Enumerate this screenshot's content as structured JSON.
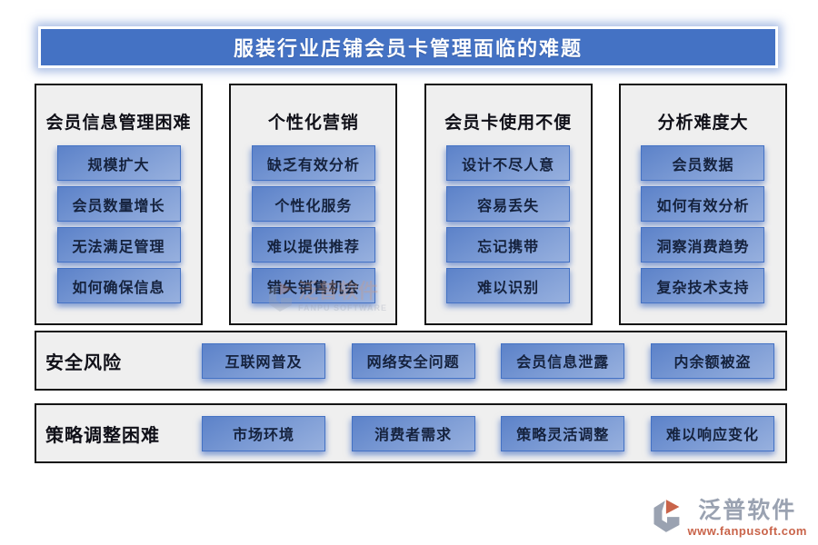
{
  "title": "服装行业店铺会员卡管理面临的难题",
  "colors": {
    "banner_blue": "#4472C4",
    "button_gradient_start": "#5c82c9",
    "button_gradient_end": "#97b0de",
    "panel_gray": "#efefef",
    "brand_gray": "#9aa2b1",
    "brand_orange": "#c9644a"
  },
  "columns": [
    {
      "header": "会员信息管理困难",
      "items": [
        "规模扩大",
        "会员数量增长",
        "无法满足管理",
        "如何确保信息"
      ]
    },
    {
      "header": "个性化营销",
      "items": [
        "缺乏有效分析",
        "个性化服务",
        "难以提供推荐",
        "错失销售机会"
      ]
    },
    {
      "header": "会员卡使用不便",
      "items": [
        "设计不尽人意",
        "容易丢失",
        "忘记携带",
        "难以识别"
      ]
    },
    {
      "header": "分析难度大",
      "items": [
        "会员数据",
        "如何有效分析",
        "洞察消费趋势",
        "复杂技术支持"
      ]
    }
  ],
  "rows": [
    {
      "label": "安全风险",
      "items": [
        "互联网普及",
        "网络安全问题",
        "会员信息泄露",
        "内余额被盗"
      ]
    },
    {
      "label": "策略调整困难",
      "items": [
        "市场环境",
        "消费者需求",
        "策略灵活调整",
        "难以响应变化"
      ]
    }
  ],
  "watermark": {
    "name": "泛普软件",
    "sub": "FANPU SOFTWARE"
  },
  "footer": {
    "brand": "泛普软件",
    "url": "www.fanpusoft.com"
  }
}
